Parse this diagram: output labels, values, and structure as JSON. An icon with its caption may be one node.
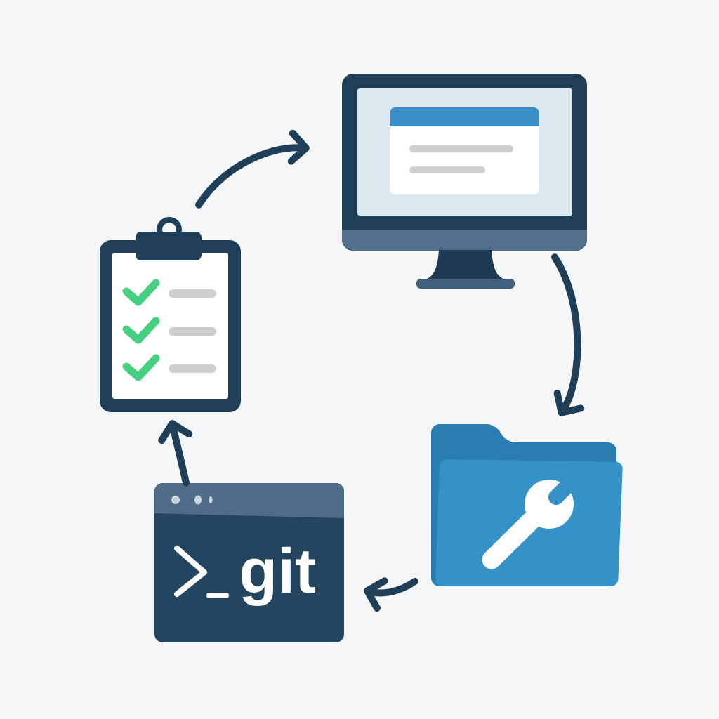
{
  "diagram": {
    "nodes": [
      {
        "text": [],
        "shape": "picture"
      },
      {
        "text": [],
        "shape": "picture"
      },
      {
        "text": [],
        "shape": "picture"
      },
      {
        "text": [
          "git"
        ]
      }
    ],
    "edges": [
      {
        "from": 0,
        "to": 1,
        "arrow": "to"
      },
      {
        "from": 1,
        "to": 2,
        "arrow": "to"
      },
      {
        "from": 2,
        "to": 3,
        "arrow": "to"
      },
      {
        "from": 3,
        "to": 0,
        "arrow": "to"
      }
    ]
  }
}
